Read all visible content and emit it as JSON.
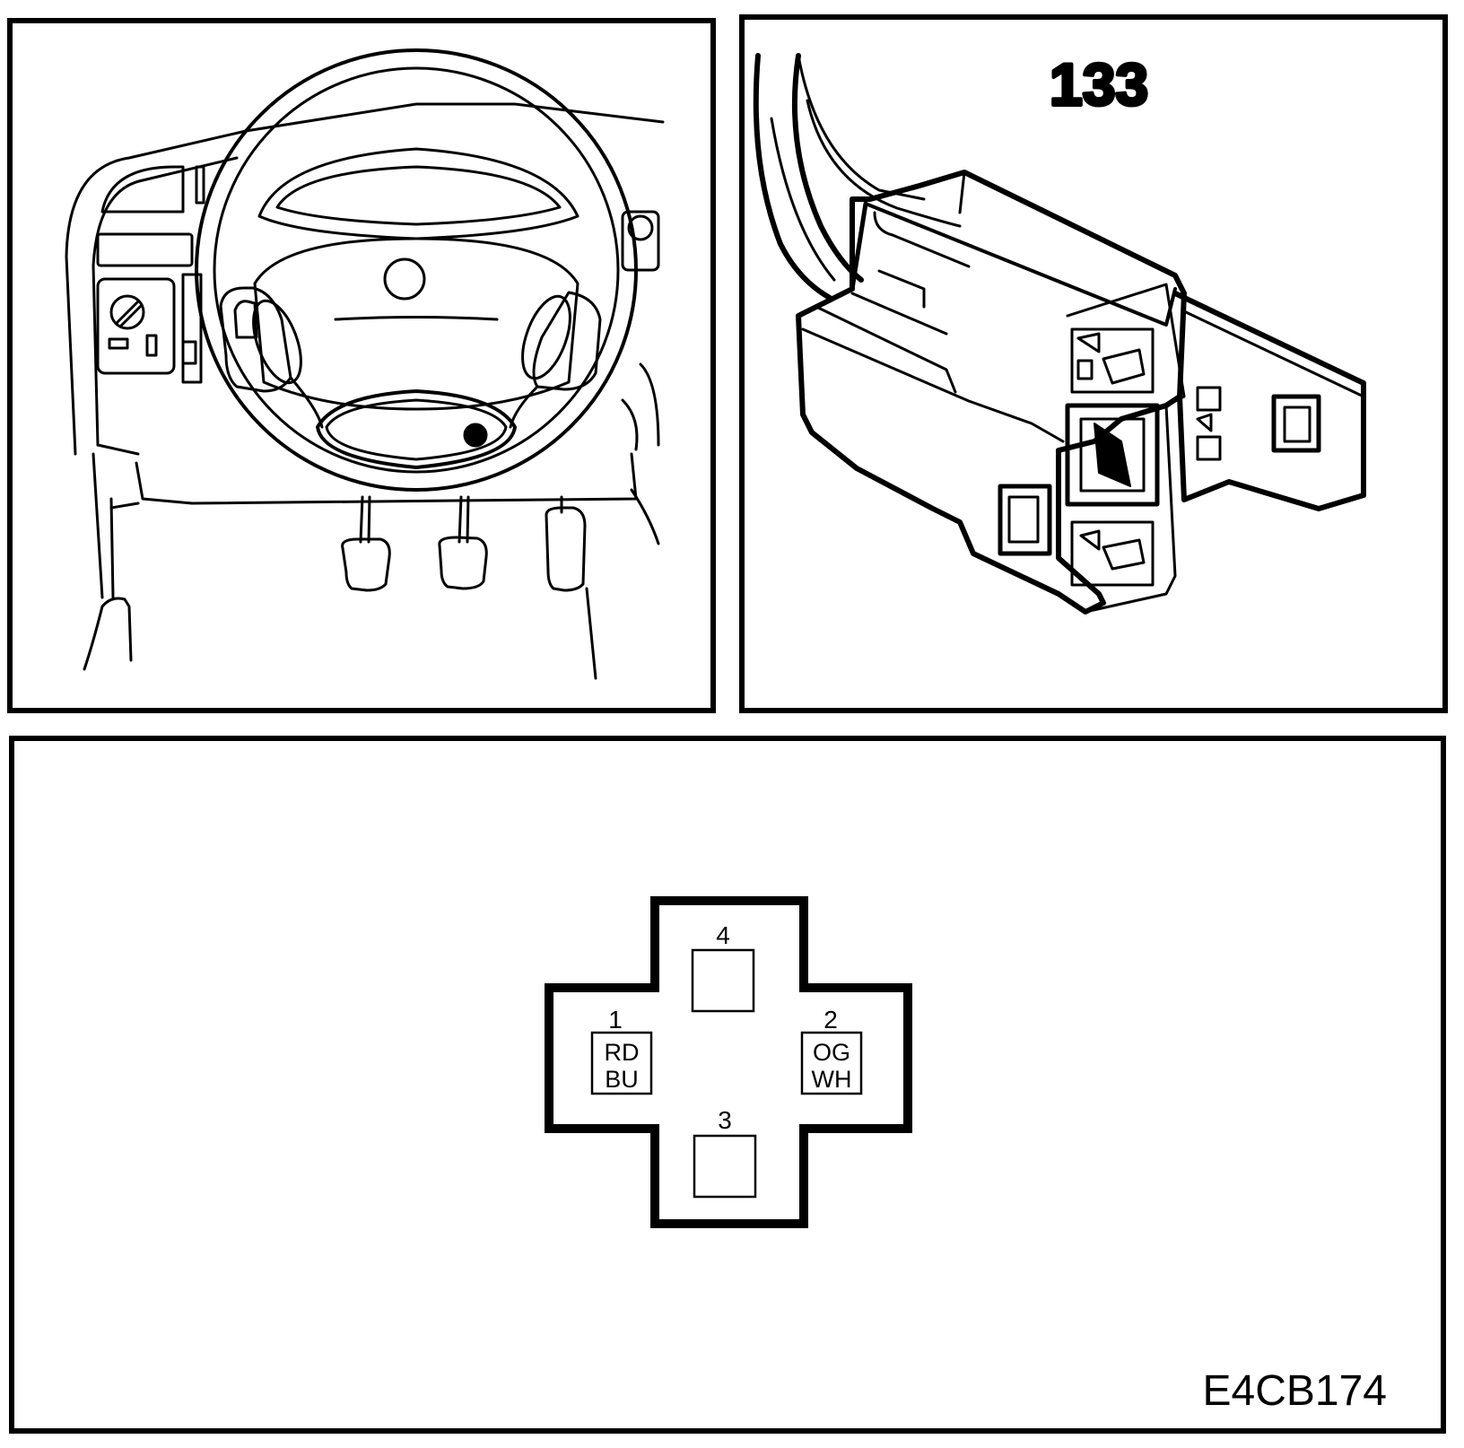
{
  "panels": {
    "dashboard_view": {},
    "connector_view": {
      "callout": "133"
    },
    "pin_face": {
      "pins": [
        {
          "number": "1",
          "colors": [
            "RD",
            "BU"
          ]
        },
        {
          "number": "2",
          "colors": [
            "OG",
            "WH"
          ]
        },
        {
          "number": "3",
          "colors": []
        },
        {
          "number": "4",
          "colors": []
        }
      ]
    }
  },
  "figure_id": "E4CB174",
  "colors": {
    "line": "#000000",
    "background": "#ffffff"
  }
}
